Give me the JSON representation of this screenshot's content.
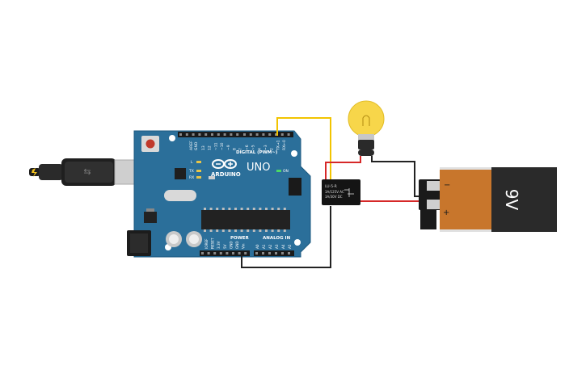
{
  "arduino": {
    "model": "UNO",
    "brand": "ARDUINO",
    "digital_header": "DIGITAL (PWM~)",
    "power_header": "POWER",
    "analog_header": "ANALOG IN",
    "led_on": "ON",
    "led_tx": "TX",
    "led_rx": "RX",
    "led_l": "L",
    "aref": "AREF",
    "gnd": "GND",
    "digital_pins": [
      "13",
      "12",
      "~11",
      "~10",
      "~9",
      "8",
      "7",
      "~6",
      "~5",
      "4",
      "~3",
      "2",
      "TX→1",
      "RX←0"
    ],
    "power_pins": [
      "IOREF",
      "RESET",
      "3.3V",
      "5V",
      "GND",
      "GND",
      "Vin"
    ],
    "analog_pins": [
      "A0",
      "A1",
      "A2",
      "A3",
      "A4",
      "A5"
    ]
  },
  "relay": {
    "line1": "LU-5-R",
    "line2": "3A/125V AC",
    "line3": "3A/30V DC"
  },
  "battery": {
    "label": "9V",
    "minus": "−",
    "plus": "+"
  },
  "colors": {
    "board": "#2b6f9a",
    "wire_yellow": "#f2c400",
    "wire_red": "#d62828",
    "wire_black": "#222222",
    "battery_orange": "#c8762c",
    "bulb_yellow": "#f7d64a"
  }
}
